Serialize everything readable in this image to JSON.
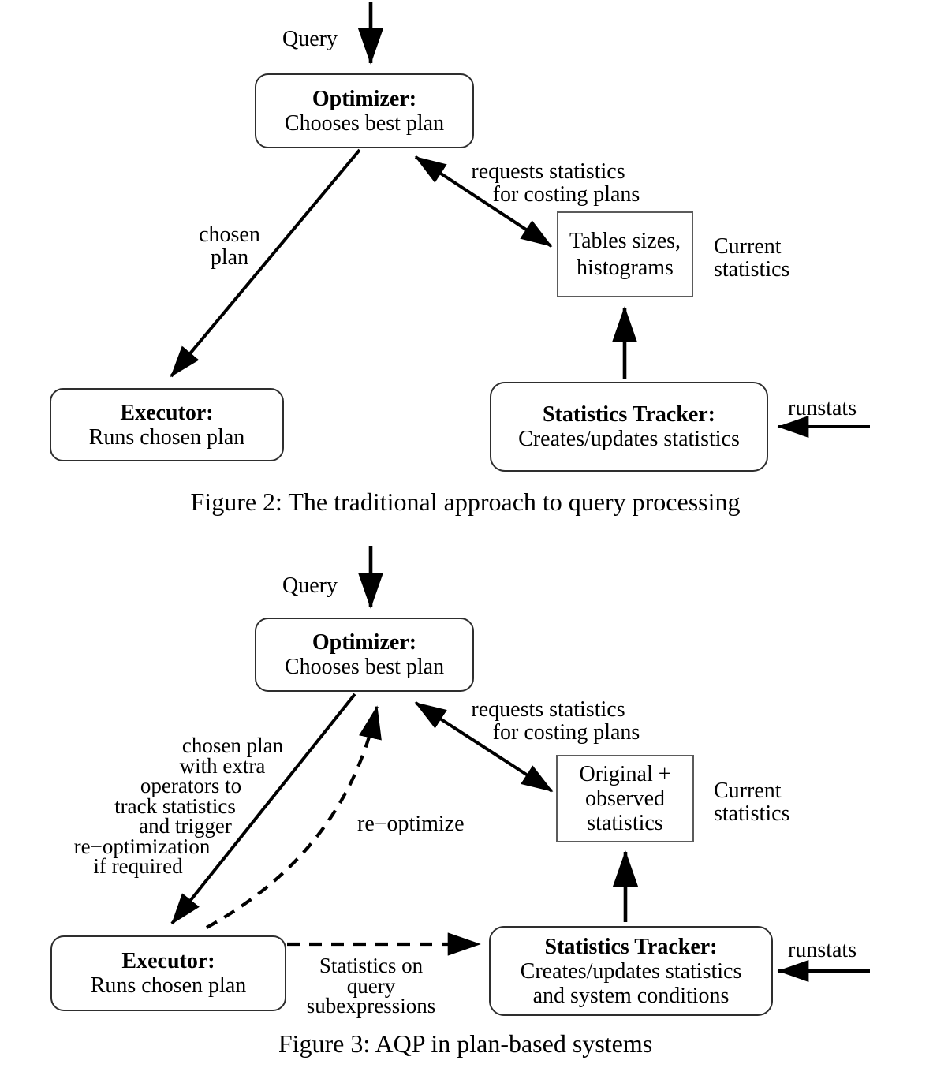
{
  "figure2": {
    "caption": "Figure 2: The traditional approach to query processing",
    "query_label": "Query",
    "boxes": {
      "optimizer": {
        "title": "Optimizer:",
        "body": "Chooses best plan"
      },
      "executor": {
        "title": "Executor:",
        "body": "Runs chosen plan"
      },
      "current_stats": {
        "line1": "Tables sizes,",
        "line2": "histograms"
      },
      "tracker": {
        "title": "Statistics Tracker:",
        "line1": "Creates/updates statistics"
      }
    },
    "labels": {
      "chosen_plan_line1": "chosen",
      "chosen_plan_line2": "plan",
      "requests_line1": "requests statistics",
      "requests_line2": "for costing plans",
      "current_line1": "Current",
      "current_line2": "statistics",
      "runstats": "runstats"
    }
  },
  "figure3": {
    "caption": "Figure 3: AQP in plan-based systems",
    "query_label": "Query",
    "boxes": {
      "optimizer": {
        "title": "Optimizer:",
        "body": "Chooses best plan"
      },
      "executor": {
        "title": "Executor:",
        "body": "Runs chosen plan"
      },
      "current_stats": {
        "line1": "Original +",
        "line2": "observed",
        "line3": "statistics"
      },
      "tracker": {
        "title": "Statistics Tracker:",
        "line1": "Creates/updates statistics",
        "line2": "and system conditions"
      }
    },
    "labels": {
      "chosen_plan_lines": [
        "chosen plan",
        "with extra",
        "operators to",
        "track statistics",
        "and trigger",
        "re−optimization",
        "if required"
      ],
      "reoptimize": "re−optimize",
      "requests_line1": "requests statistics",
      "requests_line2": "for costing plans",
      "current_line1": "Current",
      "current_line2": "statistics",
      "stats_on_line1": "Statistics on",
      "stats_on_line2": "query",
      "stats_on_line3": "subexpressions",
      "runstats": "runstats"
    }
  },
  "colors": {
    "ink": "#000000",
    "background": "#ffffff"
  }
}
